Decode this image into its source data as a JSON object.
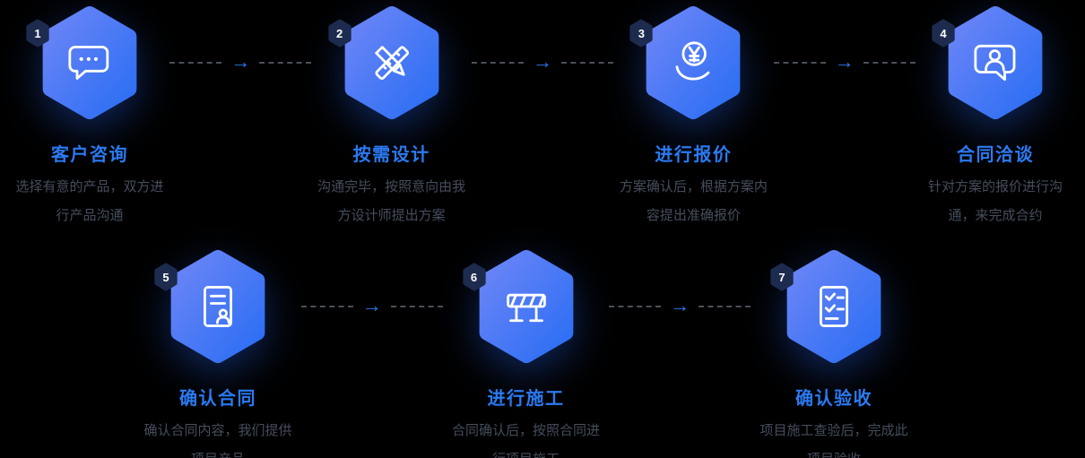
{
  "steps": [
    {
      "number": "1",
      "title": "客户咨询",
      "description": "选择有意的产品，双方进行产品沟通",
      "icon": "chat-dots-icon"
    },
    {
      "number": "2",
      "title": "按需设计",
      "description": "沟通完毕，按照意向由我方设计师提出方案",
      "icon": "pencil-ruler-icon"
    },
    {
      "number": "3",
      "title": "进行报价",
      "description": "方案确认后，根据方案内容提出准确报价",
      "icon": "hand-yen-coin-icon"
    },
    {
      "number": "4",
      "title": "合同洽谈",
      "description": "针对方案的报价进行沟通，来完成合约",
      "icon": "person-speech-bubble-icon"
    },
    {
      "number": "5",
      "title": "确认合同",
      "description": "确认合同内容，我们提供项目产品",
      "icon": "contract-document-icon"
    },
    {
      "number": "6",
      "title": "进行施工",
      "description": "合同确认后，按照合同进行项目施工",
      "icon": "construction-barrier-icon"
    },
    {
      "number": "7",
      "title": "确认验收",
      "description": "项目施工查验后，完成此项目验收",
      "icon": "checklist-icon"
    }
  ],
  "connector": {
    "arrow": "→"
  },
  "colors": {
    "background": "#000000",
    "hexagon_gradient_start": "#6C85F6",
    "hexagon_gradient_end": "#2B6EF4",
    "badge_background": "#1C2B4E",
    "badge_text": "#FFFFFF",
    "title": "#2B7BF2",
    "description": "#454D5C",
    "arrow": "#2B7BF2",
    "dash": "#4A5058",
    "icon": "#FFFFFF"
  }
}
